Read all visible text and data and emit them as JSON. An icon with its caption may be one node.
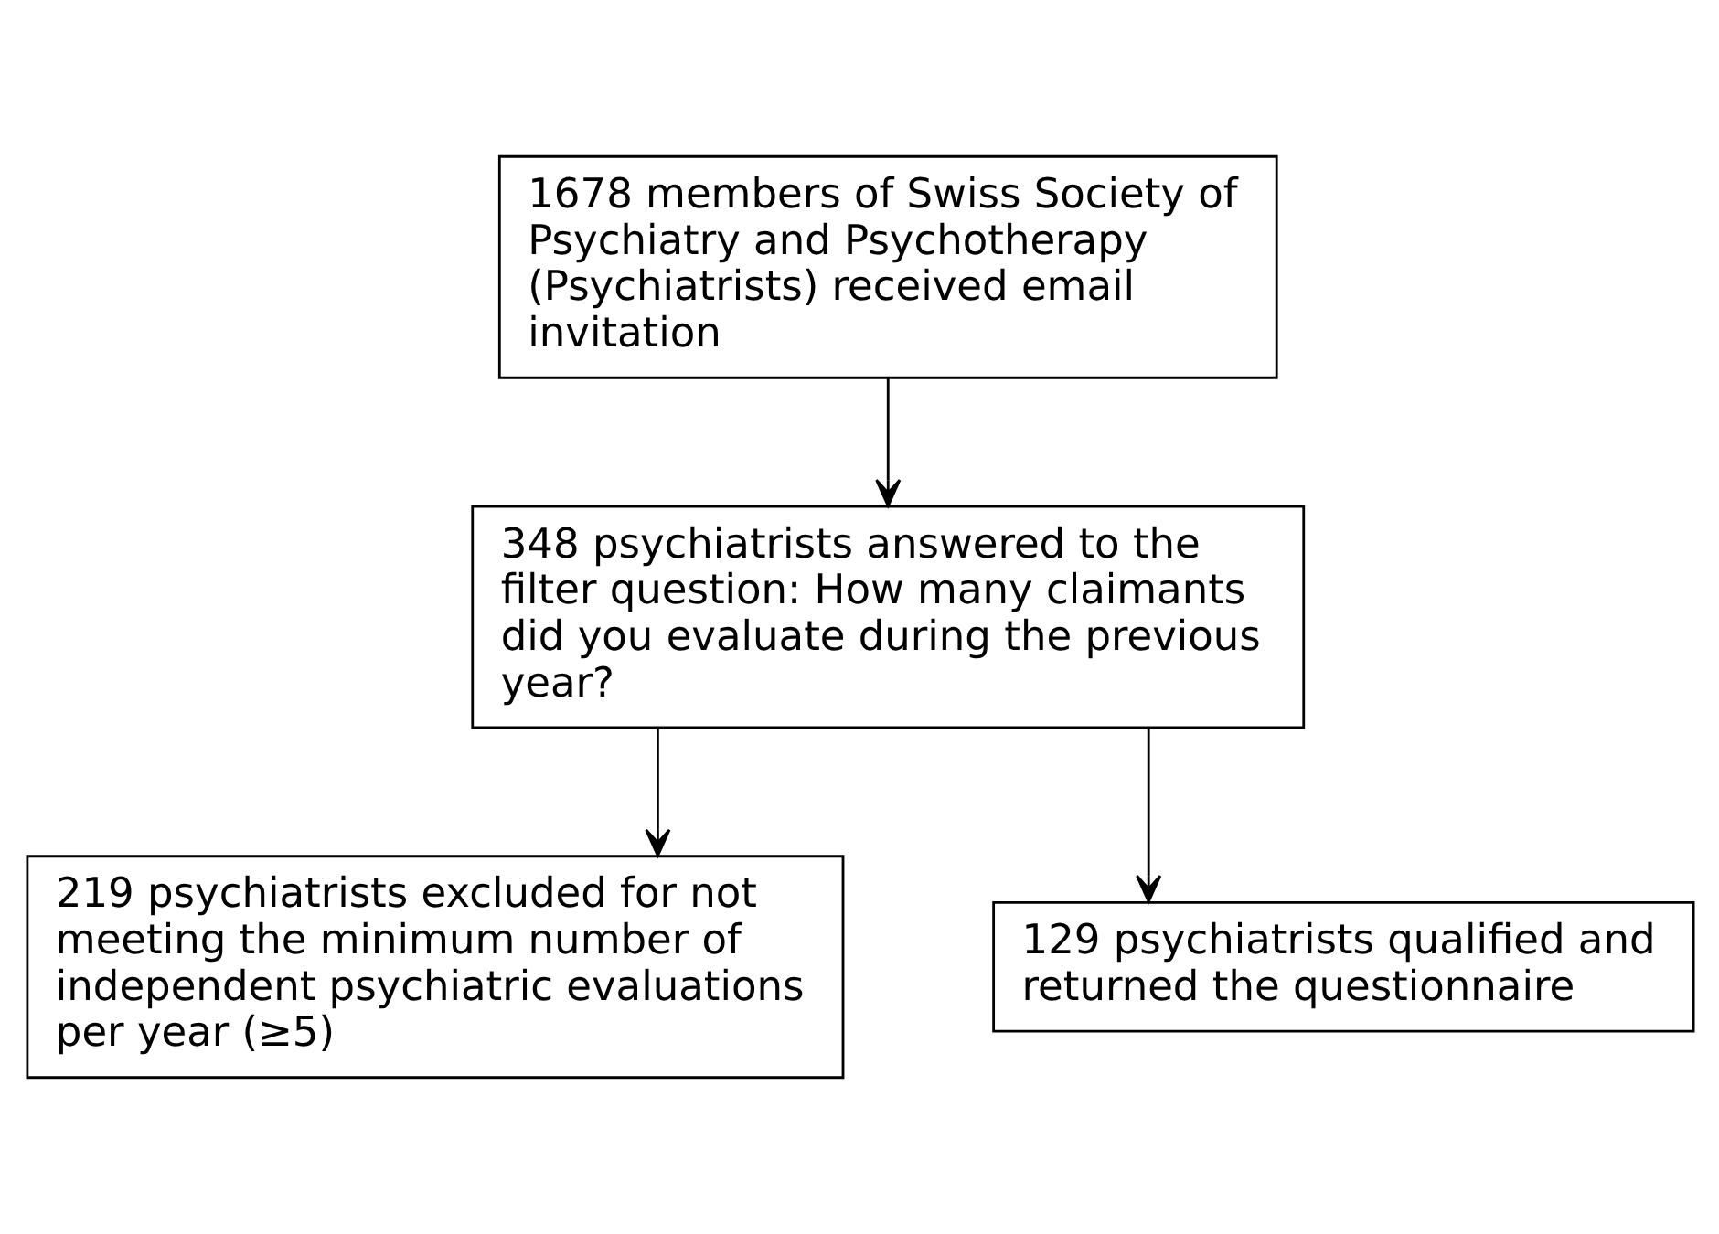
{
  "diagram": {
    "nodes": [
      {
        "text": [
          "1678 members of Swiss Society of Psychiatry and Psychotherapy (Psychiatrists) received email invitation"
        ]
      },
      {
        "text": [
          "348 psychiatrists answered to the filter question: How many claimants did you evaluate during the previous year?"
        ]
      },
      {
        "text": [
          "219 psychiatrists excluded for not meeting the minimum number of independent psychiatric evaluations per year (≥5)"
        ]
      },
      {
        "text": [
          "129 psychiatrists qualified and returned the questionnaire"
        ]
      }
    ],
    "edges": [
      {
        "from": 0,
        "to": 1,
        "arrow": "to"
      },
      {
        "from": 1,
        "to": 3,
        "arrow": "to"
      },
      {
        "from": 1,
        "to": 2,
        "arrow": "to"
      }
    ]
  }
}
